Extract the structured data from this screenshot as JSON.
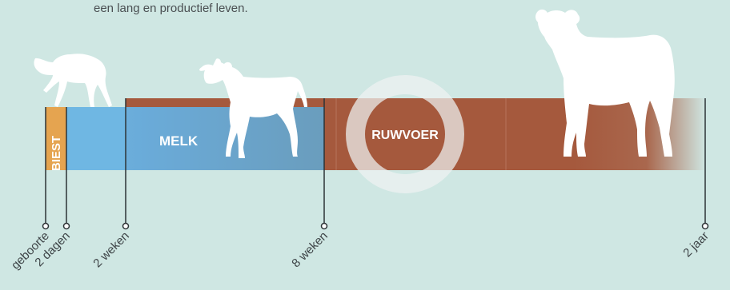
{
  "intro_text": "een lang en productief leven.",
  "phases": {
    "biest": "BIEST",
    "melk": "MELK",
    "ruwvoer": "RUWVOER"
  },
  "milestones": [
    {
      "label": "geboorte"
    },
    {
      "label": "2 dagen"
    },
    {
      "label": "2 weken"
    },
    {
      "label": "8 weken"
    },
    {
      "label": "2 jaar"
    }
  ],
  "colors": {
    "background": "#cfe7e3",
    "biest": "#e5a450",
    "melk_light": "#6fb7e3",
    "melk_dark": "#6a9dbd",
    "ruwvoer": "#a5593d",
    "ring": "#eef3f2",
    "animal": "#ffffff"
  },
  "icons": [
    "newborn-calf-icon",
    "young-calf-icon",
    "heifer-icon"
  ]
}
